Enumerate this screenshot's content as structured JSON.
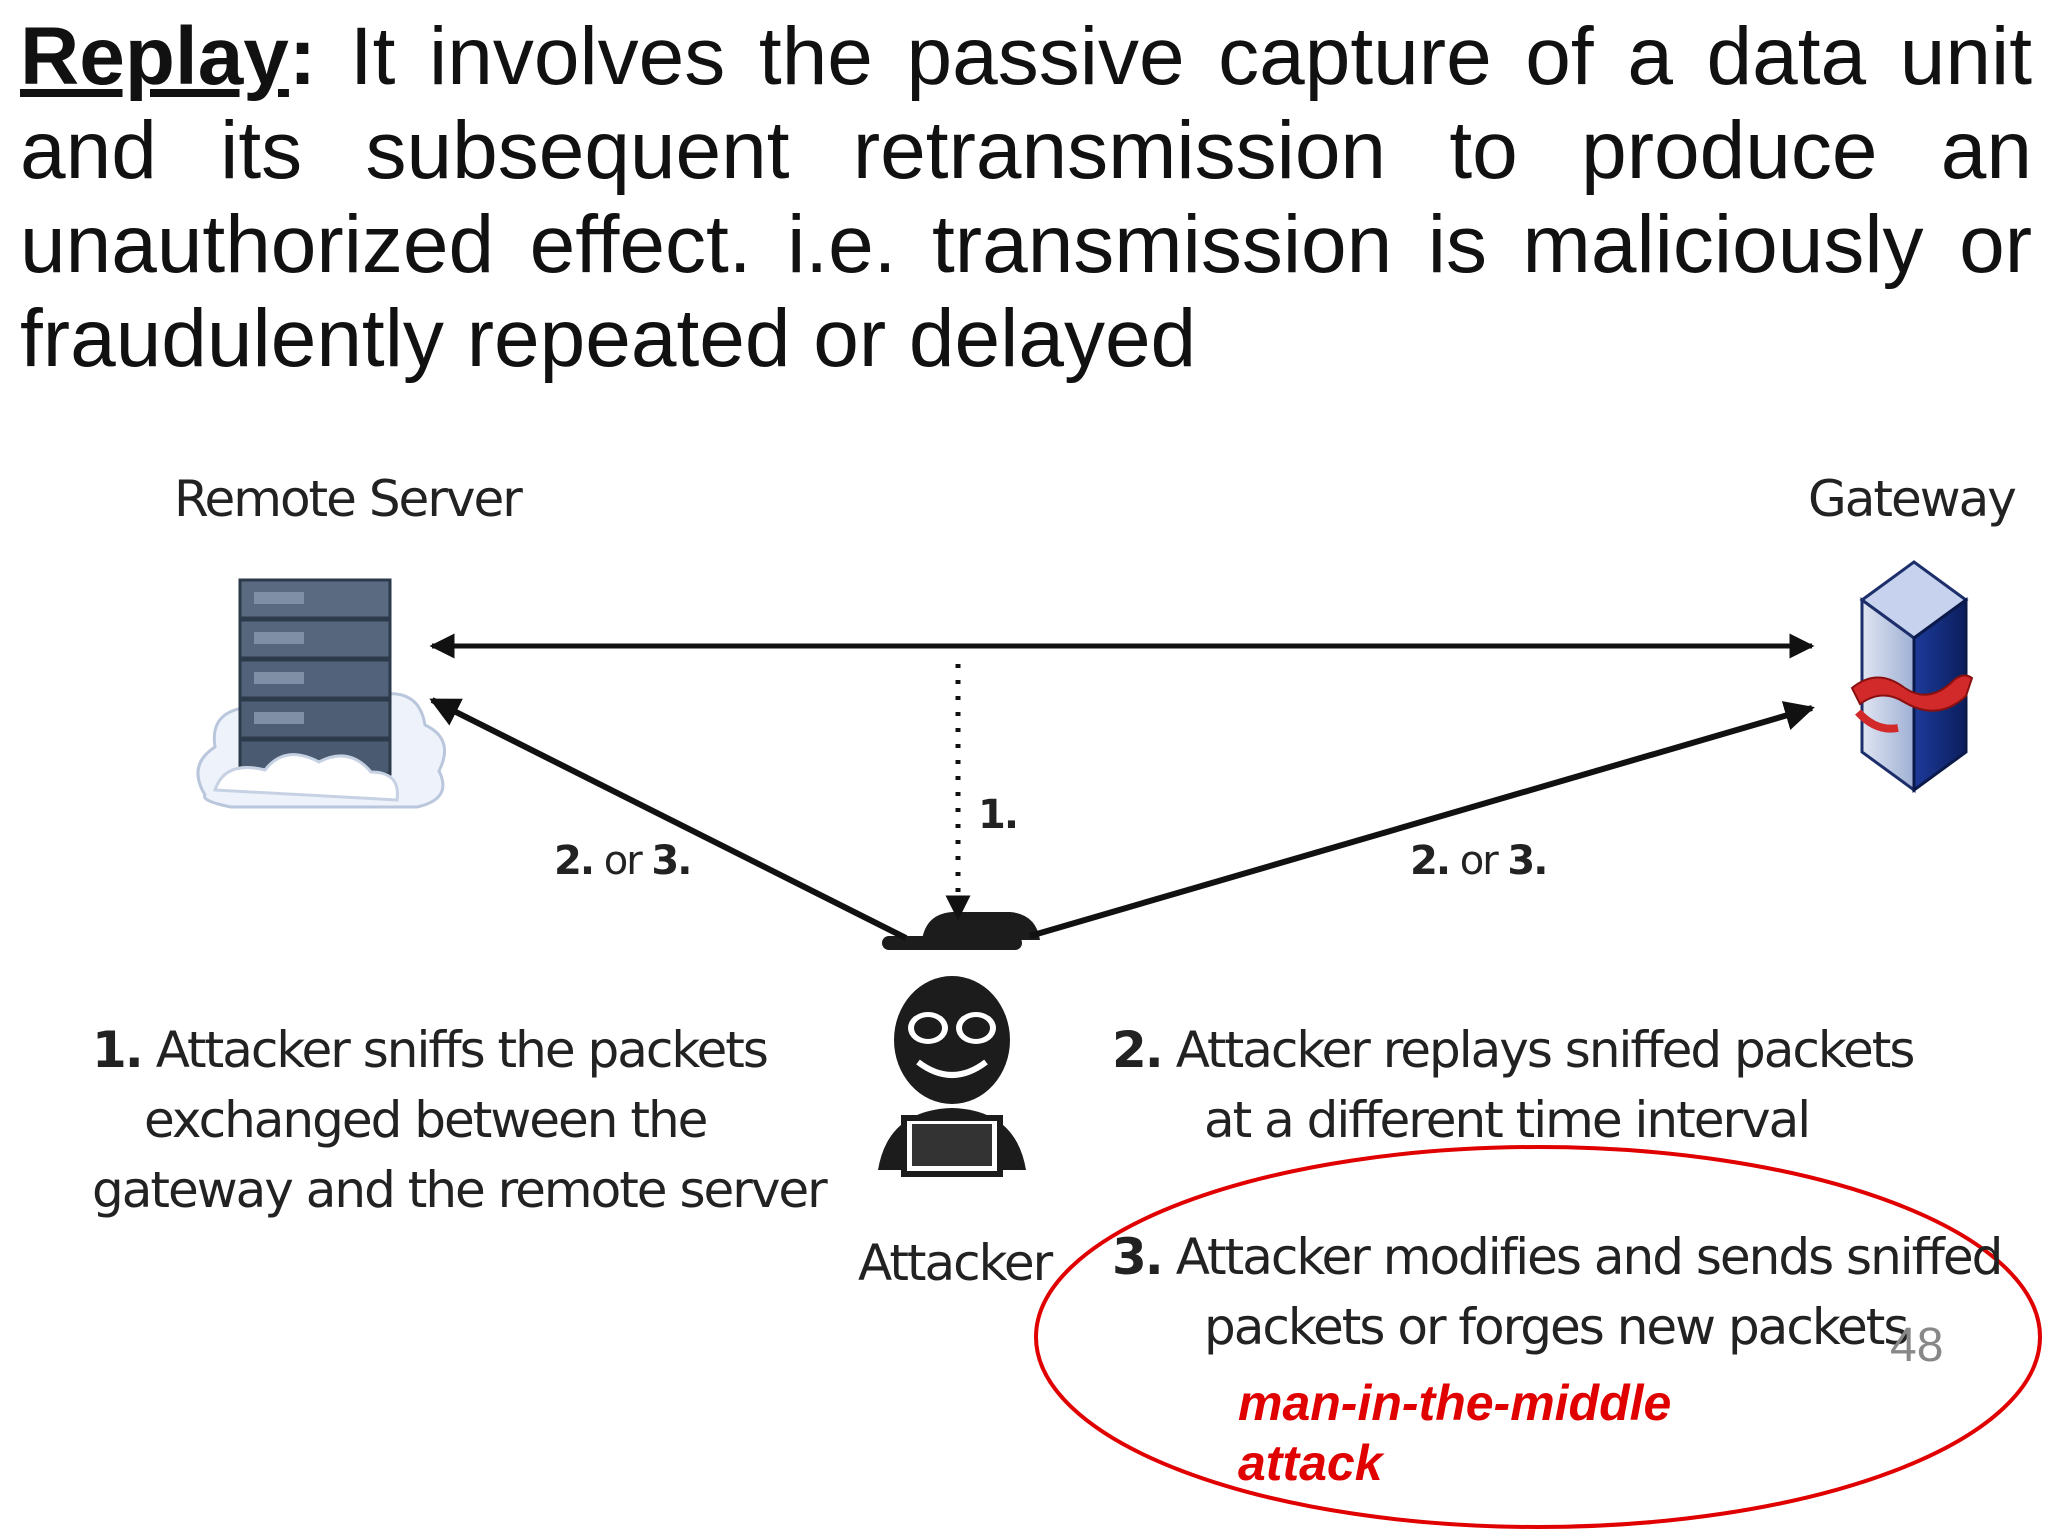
{
  "intro": {
    "term": "Replay",
    "colon": ":",
    "line1": "It involves the passive capture of a data unit",
    "line2": "and its subsequent retransmission to produce an",
    "line3": "unauthorized effect. i.e. transmission is maliciously or",
    "line4": "fraudulently repeated or delayed"
  },
  "diagram": {
    "nodes": {
      "remote_server": "Remote Server",
      "gateway": "Gateway",
      "attacker": "Attacker"
    },
    "edges": {
      "sniff": {
        "num": "1."
      },
      "left": {
        "num": "2.",
        "rest": " or ",
        "num2": "3."
      },
      "right": {
        "num": "2.",
        "rest": " or ",
        "num2": "3."
      }
    },
    "steps": {
      "step1": {
        "num": "1.",
        "line1": "Attacker sniffs the packets",
        "line2": "exchanged between the",
        "line3": "gateway and the remote server"
      },
      "step2": {
        "num": "2.",
        "line1": "Attacker replays sniffed packets",
        "line2": "at a different time interval"
      },
      "step3": {
        "num": "3.",
        "line1": "Attacker modifies and sends sniffed",
        "line2": "packets or forges new packets"
      }
    }
  },
  "annotation": {
    "line1": "man-in-the-middle",
    "line2": "attack",
    "color": "#e00000"
  },
  "page_number": "48"
}
